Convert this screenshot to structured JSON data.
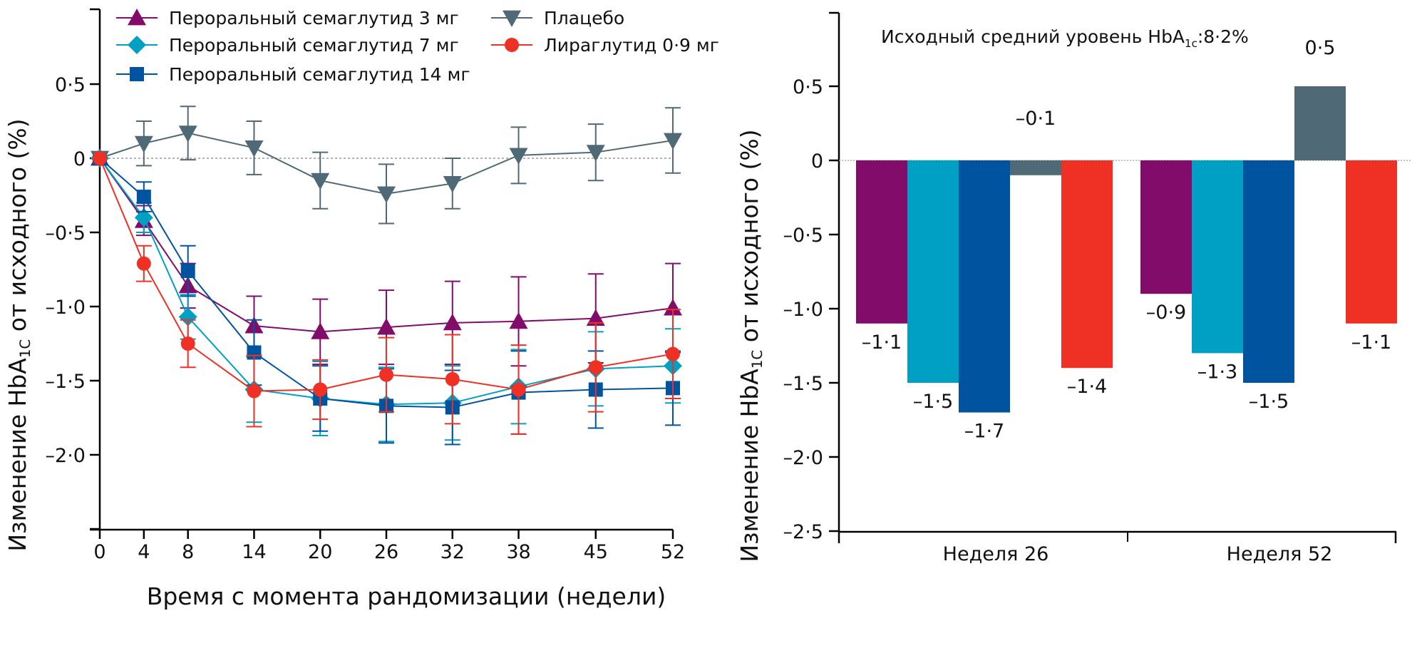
{
  "chart_data": [
    {
      "type": "line",
      "title": "",
      "xlabel": "Время с момента рандомизации (недели)",
      "ylabel": {
        "pre": "Изменение HbA",
        "sub": "1C",
        "post": " от исходного (%)"
      },
      "x": [
        0,
        4,
        8,
        14,
        20,
        26,
        32,
        38,
        45,
        52
      ],
      "x_ticks": [
        "0",
        "4",
        "8",
        "14",
        "20",
        "26",
        "32",
        "38",
        "45",
        "52"
      ],
      "xlim": [
        0,
        52
      ],
      "ylim": [
        -2.5,
        1.0
      ],
      "y_ticks": [
        {
          "value": 0.5,
          "label": "0·5"
        },
        {
          "value": 0,
          "label": "0"
        },
        {
          "value": -0.5,
          "label": "–0·5"
        },
        {
          "value": -1.0,
          "label": "–1·0"
        },
        {
          "value": -1.5,
          "label": "–1·5"
        },
        {
          "value": -2.0,
          "label": "–2·0"
        },
        {
          "value": -2.5,
          "label": ""
        }
      ],
      "legend_placement": "top",
      "series": [
        {
          "name": "Пероральный семаглутид 3 мг",
          "color": "#820c6a",
          "marker": "triangle-up",
          "values": [
            0,
            -0.42,
            -0.86,
            -1.13,
            -1.17,
            -1.14,
            -1.11,
            -1.1,
            -1.08,
            -1.01
          ],
          "error": [
            0,
            0.1,
            0.15,
            0.2,
            0.22,
            0.25,
            0.28,
            0.3,
            0.3,
            0.3
          ]
        },
        {
          "name": "Пероральный семаглутид 7 мг",
          "color": "#00a0c4",
          "marker": "diamond",
          "values": [
            0,
            -0.4,
            -1.07,
            -1.56,
            -1.62,
            -1.66,
            -1.65,
            -1.54,
            -1.42,
            -1.4
          ],
          "error": [
            0,
            0.1,
            0.15,
            0.22,
            0.25,
            0.25,
            0.25,
            0.25,
            0.25,
            0.25
          ]
        },
        {
          "name": "Пероральный семаглутид 14 мг",
          "color": "#00539f",
          "marker": "square",
          "values": [
            0,
            -0.26,
            -0.76,
            -1.31,
            -1.62,
            -1.67,
            -1.68,
            -1.58,
            -1.56,
            -1.55
          ],
          "error": [
            0,
            0.1,
            0.17,
            0.22,
            0.22,
            0.25,
            0.25,
            0.28,
            0.26,
            0.25
          ]
        },
        {
          "name": "Плацебо",
          "color": "#4f6a76",
          "marker": "triangle-down",
          "values": [
            0,
            0.1,
            0.17,
            0.07,
            -0.15,
            -0.24,
            -0.17,
            0.02,
            0.04,
            0.12
          ],
          "error": [
            0,
            0.15,
            0.18,
            0.18,
            0.19,
            0.2,
            0.17,
            0.19,
            0.19,
            0.22
          ]
        },
        {
          "name": "Лираглутид 0·9 мг",
          "color": "#ee3124",
          "marker": "circle",
          "values": [
            0,
            -0.71,
            -1.25,
            -1.57,
            -1.56,
            -1.46,
            -1.49,
            -1.56,
            -1.41,
            -1.32
          ],
          "error": [
            0,
            0.12,
            0.16,
            0.24,
            0.2,
            0.25,
            0.3,
            0.3,
            0.3,
            0.3
          ]
        }
      ]
    },
    {
      "type": "bar",
      "annotation": {
        "pre": "Исходный средний уровень HbA",
        "sub": "1c",
        "post": ":8·2%"
      },
      "ylabel": {
        "pre": "Изменение HbA",
        "sub": "1C",
        "post": " от исходного (%)"
      },
      "categories": [
        "Неделя 26",
        "Неделя 52"
      ],
      "ylim": [
        -2.5,
        1.0
      ],
      "y_ticks": [
        {
          "value": 0.5,
          "label": "0·5"
        },
        {
          "value": 0,
          "label": "0"
        },
        {
          "value": -0.5,
          "label": "–0·5"
        },
        {
          "value": -1.0,
          "label": "–1·0"
        },
        {
          "value": -1.5,
          "label": "–1·5"
        },
        {
          "value": -2.0,
          "label": "–2·0"
        },
        {
          "value": -2.5,
          "label": "–2·5"
        }
      ],
      "series": [
        {
          "name": "Пероральный семаглутид 3 мг",
          "color": "#820c6a",
          "values": [
            -1.1,
            -0.9
          ],
          "labels": [
            "–1·1",
            "–0·9"
          ]
        },
        {
          "name": "Пероральный семаглутид 7 мг",
          "color": "#00a0c4",
          "values": [
            -1.5,
            -1.3
          ],
          "labels": [
            "–1·5",
            "–1·3"
          ]
        },
        {
          "name": "Пероральный семаглутид 14 мг",
          "color": "#00539f",
          "values": [
            -1.7,
            -1.5
          ],
          "labels": [
            "–1·7",
            "–1·5"
          ]
        },
        {
          "name": "Плацебо",
          "color": "#4f6a76",
          "values": [
            -0.1,
            0.5
          ],
          "labels": [
            "–0·1",
            "0·5"
          ]
        },
        {
          "name": "Лираглутид 0·9 мг",
          "color": "#ee3124",
          "values": [
            -1.4,
            -1.1
          ],
          "labels": [
            "–1·4",
            "–1·1"
          ]
        }
      ]
    }
  ]
}
